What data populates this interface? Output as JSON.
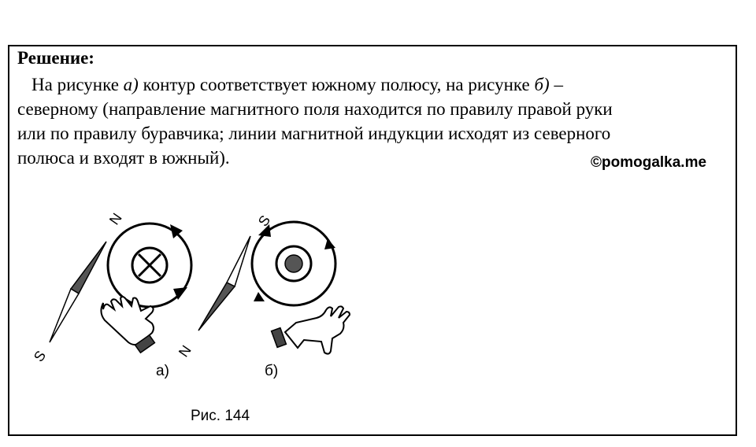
{
  "solution": {
    "heading": "Решение:",
    "line1_start": "На рисунке ",
    "line1_a": "а)",
    "line1_mid": " контур соответствует южному полюсу, на рисунке ",
    "line1_b": "б)",
    "line1_end": " –",
    "line2": "северному (направление магнитного поля находится по правилу правой руки",
    "line3": "или по правилу буравчика; линии магнитной индукции исходят из северного",
    "line4": "полюса и входят в южный).",
    "watermark": "©pomogalka.me"
  },
  "figure": {
    "caption": "Рис. 144",
    "panel_a": {
      "label": "а)",
      "north": "N",
      "south": "S",
      "current": "into page (×)"
    },
    "panel_b": {
      "label": "б)",
      "north": "N",
      "south": "S",
      "current": "out of page (•)"
    }
  }
}
